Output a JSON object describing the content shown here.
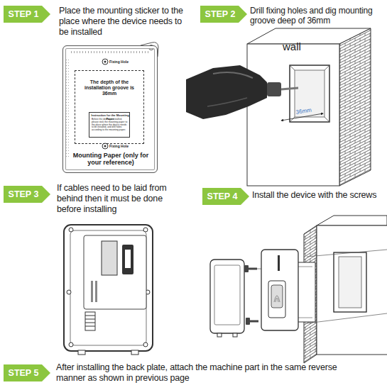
{
  "diagram": {
    "nodes": [
      {
        "text": [
          "STEP 1",
          "Place the mounting sticker to the place where the device needs to be installed"
        ]
      },
      {
        "text": [
          "Fixing Hole",
          "Fixing Hole",
          "Mounting Paper (only for your reference)"
        ]
      },
      {
        "text": [
          "The depth of the installation groove is 36mm"
        ],
        "in": 1
      },
      {
        "text": [
          "Instruction for the Mounting Paper",
          "Before the device is installed, please stick the mounting paper to the place where the device needs to be installed, and drill holes according to the mounting paper."
        ],
        "in": 2
      },
      {
        "text": [
          "STEP 2",
          "Drill fixing holes and dig mounting groove deep of 36mm"
        ]
      },
      {
        "text": [
          "STEP 3",
          "If cables need to be laid from behind then it must be done before installing"
        ]
      },
      {
        "text": [
          "STEP 4",
          "Install the device with the screws"
        ]
      },
      {
        "text": [
          "STEP 5",
          "After installing the back plate, attach the machine part in the same reverse manner as shown in previous page"
        ]
      }
    ],
    "labels": [
      "wall",
      "36mm"
    ]
  }
}
